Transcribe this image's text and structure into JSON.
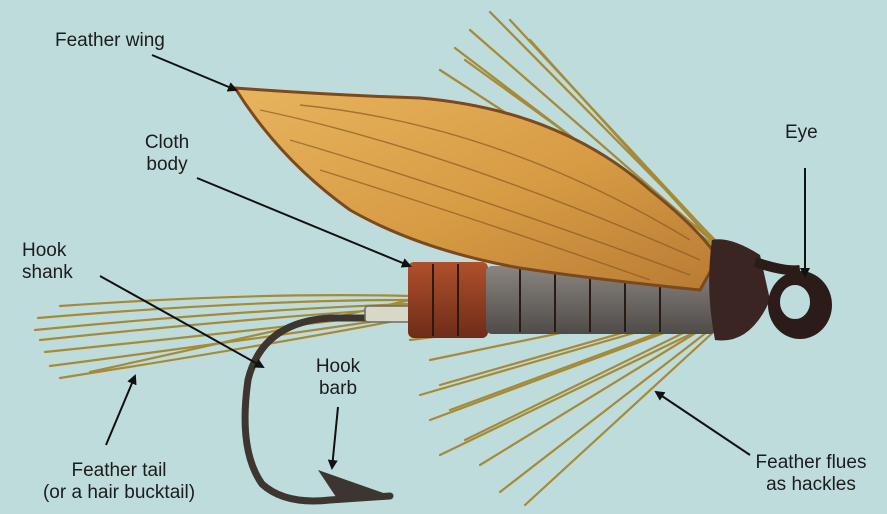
{
  "labels": {
    "feather_wing": "Feather wing",
    "cloth_body_line1": "Cloth",
    "cloth_body_line2": "body",
    "eye": "Eye",
    "hook_shank_line1": "Hook",
    "hook_shank_line2": "shank",
    "hook_barb_line1": "Hook",
    "hook_barb_line2": "barb",
    "feather_tail_line1": "Feather tail",
    "feather_tail_line2": "(or a hair bucktail)",
    "feather_flues_line1": "Feather flues",
    "feather_flues_line2": "as hackles"
  },
  "colors": {
    "background": "#bfdcdc",
    "wing": "#d9a24e",
    "wing_edge": "#7a4a1e",
    "hackle": "#a58a38",
    "body_red": "#8a3b22",
    "body_grey": "#6f6a66",
    "head": "#3a2522",
    "hook": "#3d3530",
    "arrow": "#111111"
  }
}
